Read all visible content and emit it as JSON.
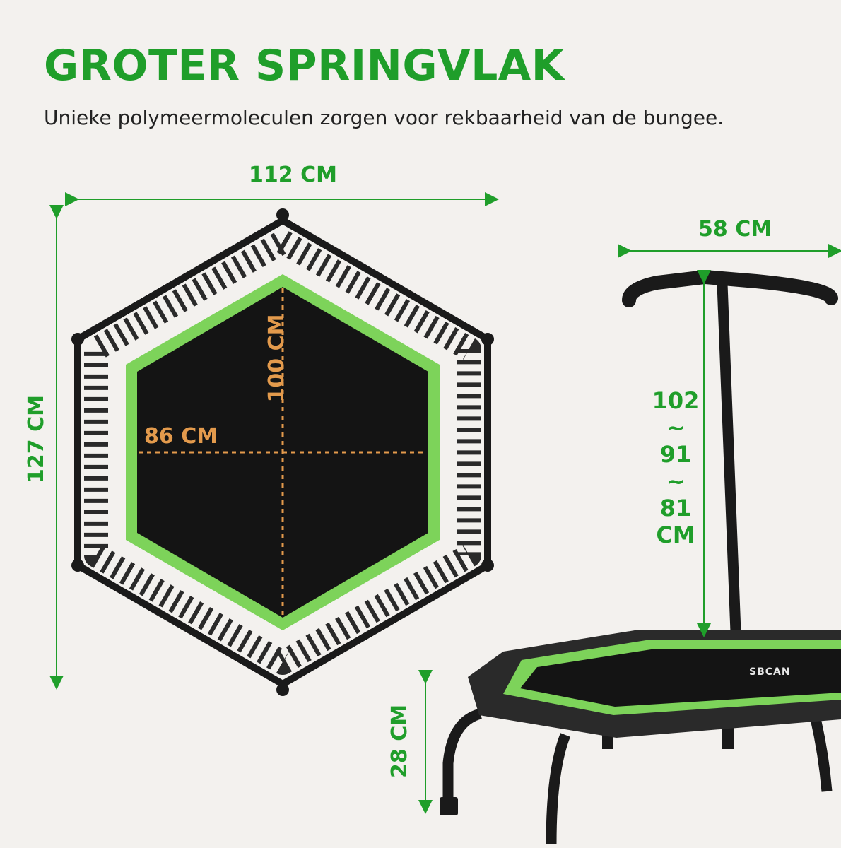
{
  "header": {
    "title": "GROTER SPRINGVLAK",
    "subtitle": "Unieke polymeermoleculen zorgen voor rekbaarheid van de bungee."
  },
  "dimensions": {
    "width_total": "112 CM",
    "height_total": "127 CM",
    "mat_height": "100 CM",
    "mat_width": "86 CM",
    "handle_width": "58 CM",
    "handle_heights": [
      "102",
      "~",
      "91",
      "~",
      "81",
      "CM"
    ],
    "leg_height": "28 CM"
  },
  "brand": {
    "logo_text": "SBCAN"
  },
  "colors": {
    "accent_green": "#1f9e2a",
    "accent_orange": "#e39a4c",
    "mat": "#141414",
    "mat_border": "#7dd35a",
    "frame": "#1a1a1a",
    "background": "#f3f1ee"
  }
}
